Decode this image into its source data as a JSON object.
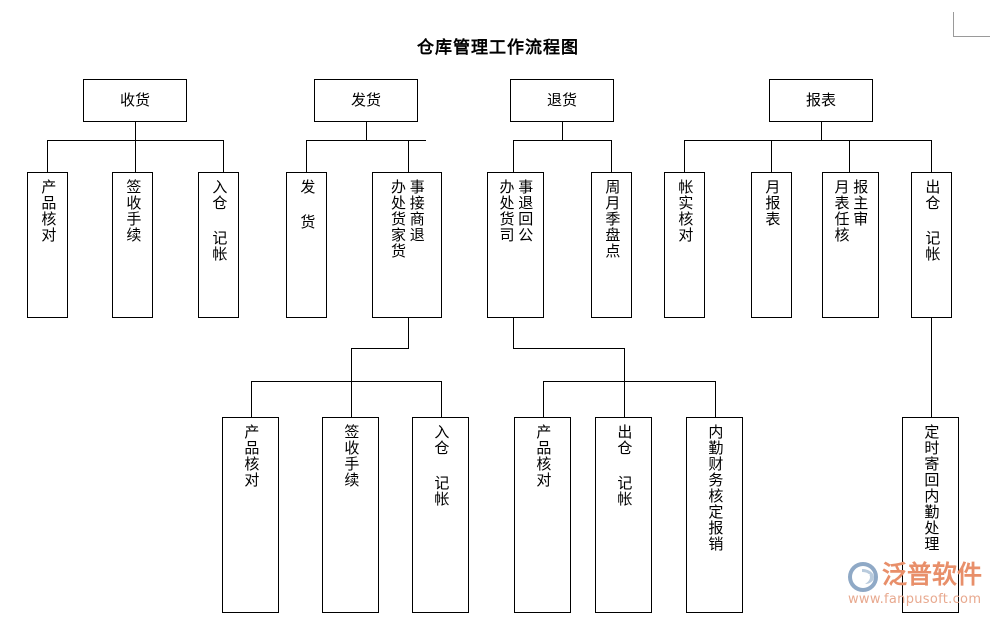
{
  "document": {
    "title": "仓库管理工作流程图"
  },
  "corner_guide": {
    "present": true
  },
  "watermark": {
    "brand": "泛普软件",
    "url": "www.fanpusoft.com",
    "logo_icon": "circle-swoosh-logo-icon",
    "brand_color": "#e88f6a",
    "url_color": "#e8a98f",
    "logo_color": "#8fa9c6"
  },
  "style": {
    "line_color": "#000000",
    "box_border_color": "#000000",
    "background": "#ffffff",
    "text_color": "#000000"
  },
  "chart_data": {
    "type": "diagram",
    "diagram_kind": "organizational-flowchart",
    "title": "仓库管理工作流程图",
    "orientation": "top-down",
    "text_direction": "vertical-rl",
    "level1": [
      {
        "id": "n_shouhuo",
        "label": "收货"
      },
      {
        "id": "n_fahuo",
        "label": "发货"
      },
      {
        "id": "n_tuihuo",
        "label": "退货"
      },
      {
        "id": "n_baobiao",
        "label": "报表"
      }
    ],
    "level2": [
      {
        "id": "n_cpkd_1",
        "parent": "n_shouhuo",
        "label": "产品核对",
        "columns": 1
      },
      {
        "id": "n_qssx_1",
        "parent": "n_shouhuo",
        "label": "签收手续",
        "columns": 1
      },
      {
        "id": "n_rcjz_1",
        "parent": "n_shouhuo",
        "label": "入仓 记帐",
        "columns": 1
      },
      {
        "id": "n_fahuo_c",
        "parent": "n_fahuo",
        "label": "发 货",
        "columns": 1
      },
      {
        "id": "n_jieshang",
        "parent": "n_fahuo",
        "label": "事接商退\n办处货家货",
        "columns": 2
      },
      {
        "id": "n_tuihuigs",
        "parent": "n_tuihuo",
        "label": "事退回公\n办处货司",
        "columns": 2
      },
      {
        "id": "n_zyjpd",
        "parent": "n_tuihuo",
        "label": "周月季盘点",
        "columns": 1
      },
      {
        "id": "n_zskd",
        "parent": "n_baobiao",
        "label": "帐实核对",
        "columns": 1
      },
      {
        "id": "n_ybb",
        "parent": "n_baobiao",
        "label": "月报表",
        "columns": 1
      },
      {
        "id": "n_ybbzrsh",
        "parent": "n_baobiao",
        "label": "报主审\n月表任核",
        "columns": 2
      },
      {
        "id": "n_ccjz_top",
        "parent": "n_baobiao",
        "label": "出仓 记帐",
        "columns": 1
      }
    ],
    "level3": [
      {
        "id": "n_cpkd_2",
        "parent": "n_jieshang",
        "label": "产品核对",
        "columns": 1
      },
      {
        "id": "n_qssx_2",
        "parent": "n_jieshang",
        "label": "签收手续",
        "columns": 1
      },
      {
        "id": "n_rcjz_2",
        "parent": "n_jieshang",
        "label": "入仓 记帐",
        "columns": 1
      },
      {
        "id": "n_cpkd_3",
        "parent": "n_tuihuigs",
        "label": "产品核对",
        "columns": 1
      },
      {
        "id": "n_ccjz_2",
        "parent": "n_tuihuigs",
        "label": "出仓 记帐",
        "columns": 1
      },
      {
        "id": "n_nqcw",
        "parent": "n_tuihuigs",
        "label": "内勤财务核定报销",
        "columns": 1
      },
      {
        "id": "n_dsjh",
        "parent": "n_ccjz_top",
        "label": "定时寄回内勤处理",
        "columns": 1
      }
    ]
  }
}
